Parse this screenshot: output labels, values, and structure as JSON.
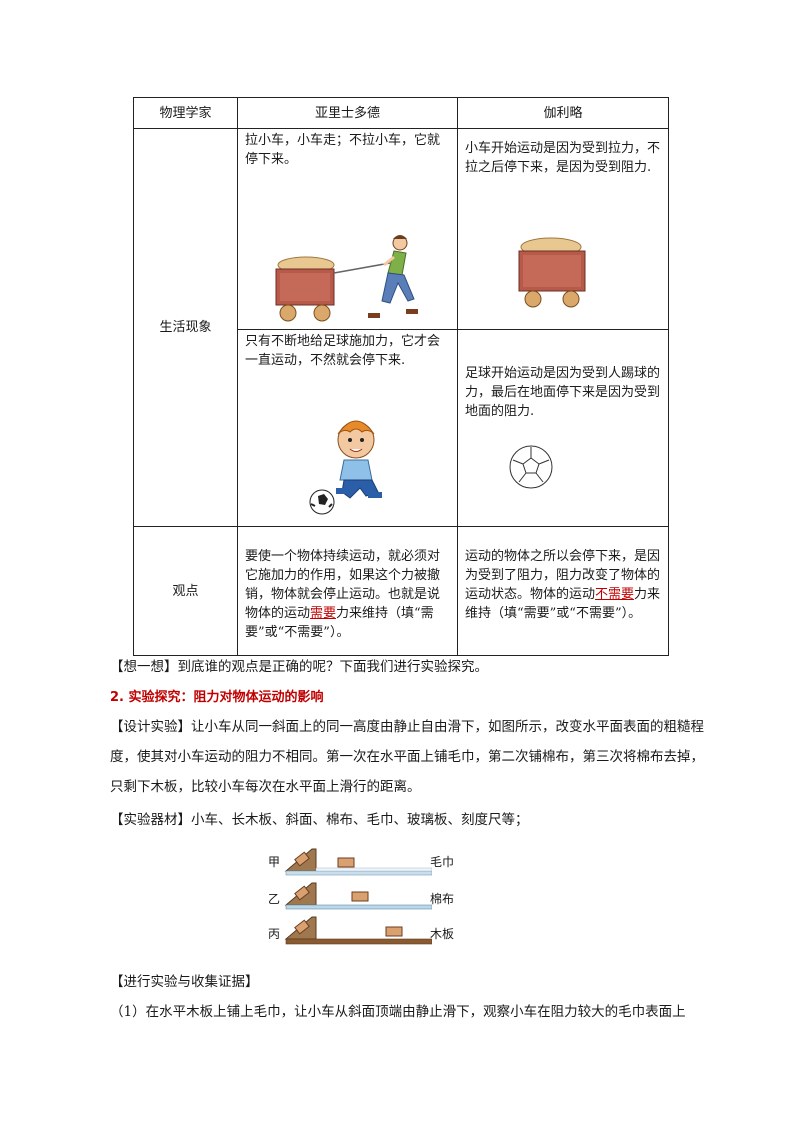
{
  "table": {
    "headers": [
      "物理学家",
      "亚里士多德",
      "伽利略"
    ],
    "row1_label": "生活现象",
    "row2_label": "观点",
    "aristotle_car": "拉小车，小车走；不拉小车，它就停下来。",
    "galileo_car": "小车开始运动是因为受到拉力，不拉之后停下来，是因为受到阻力.",
    "aristotle_ball": "只有不断地给足球施加力，它才会一直运动，不然就会停下来.",
    "galileo_ball": "足球开始运动是因为受到人踢球的力，最后在地面停下来是因为受到地面的阻力.",
    "aristotle_view_pre": "要使一个物体持续运动，就必须对它施加力的作用，如果这个力被撤销，物体就会停止运动。也就是说物体的运动",
    "aristotle_view_answer": "需要",
    "aristotle_view_post": "力来维持（填“需要”或“不需要”）。",
    "galileo_view_pre": "运动的物体之所以会停下来，是因为受到了阻力，阻力改变了物体的运动状态。物体的运动",
    "galileo_view_answer": "不需要",
    "galileo_view_post": "力来维持（填“需要”或“不需要”）。"
  },
  "think": "【想一想】到底谁的观点是正确的呢？下面我们进行实验探究。",
  "section_title": "2. 实验探究：阻力对物体运动的影响",
  "design": "【设计实验】让小车从同一斜面上的同一高度由静止自由滑下，如图所示，改变水平面表面的粗糙程度，使其对小车运动的阻力不相同。第一次在水平面上铺毛巾，第二次铺棉布，第三次将棉布去掉，只剩下木板，比较小车每次在水平面上滑行的距离。",
  "equipment": "【实验器材】小车、长木板、斜面、棉布、毛巾、玻璃板、刻度尺等；",
  "figure": {
    "labels_left": [
      "甲",
      "乙",
      "丙"
    ],
    "labels_right": [
      "毛巾",
      "棉布",
      "木板"
    ]
  },
  "procedure_title": "【进行实验与收集证据】",
  "step1": "（1）在水平木板上铺上毛巾，让小车从斜面顶端由静止滑下，观察小车在阻力较大的毛巾表面上"
}
